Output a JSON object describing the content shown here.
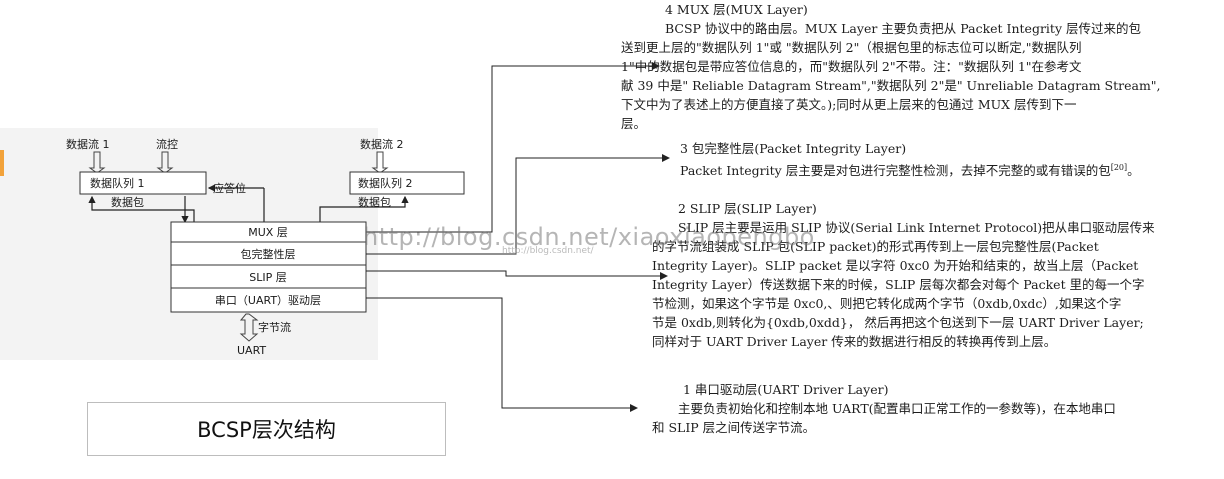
{
  "diagram": {
    "stream1_label": "数据流 1",
    "flow_control_label": "流控",
    "stream2_label": "数据流 2",
    "queue1_label": "数据队列 1",
    "queue2_label": "数据队列 2",
    "ack_label": "应答位",
    "packet_label_left": "数据包",
    "packet_label_right": "数据包",
    "layers": [
      "MUX 层",
      "包完整性层",
      "SLIP 层",
      "串口（UART）驱动层"
    ],
    "byte_stream_label": "字节流",
    "uart_label": "UART"
  },
  "caption": "BCSP层次结构",
  "sections": [
    {
      "head": "4   MUX 层(MUX Layer)",
      "lines": [
        "BCSP 协议中的路由层。MUX Layer 主要负责把从 Packet Integrity  层传过来的包",
        "送到更上层的\"数据队列 1\"或 \"数据队列 2\"（根据包里的标志位可以断定,\"数据队列",
        "1\"中的数据包是带应答位信息的，而\"数据队列 2\"不带。注：\"数据队列 1\"在参考文",
        "献 39 中是\" Reliable Datagram Stream\",\"数据队列 2\"是\" Unreliable Datagram Stream\",",
        "下文中为了表述上的方便直接了英文。);同时从更上层来的包通过 MUX 层传到下一",
        "层。"
      ]
    },
    {
      "head": "3  包完整性层(Packet Integrity Layer)",
      "lines": [
        "Packet Integrity 层主要是对包进行完整性检测，去掉不完整的或有错误的包"
      ],
      "ref": "[20]",
      "tail": "。"
    },
    {
      "head": "2    SLIP 层(SLIP Layer)",
      "lines": [
        "SLIP 层主要是运用 SLIP 协议(Serial Link Internet Protocol)把从串口驱动层传来",
        "的字节流组装成 SLIP 包(SLIP packet)的形式再传到上一层包完整性层(Packet",
        "Integrity  Layer)。SLIP packet  是以字符  0xc0  为开始和结束的，故当上层（Packet",
        "Integrity Layer）传送数据下来的时候，SLIP 层每次都会对每个 Packet 里的每一个字",
        "节检测，如果这个字节是  0xc0,、则把它转化成两个字节（0xdb,0xdc）,如果这个字",
        "节是 0xdb,则转化为{0xdb,0xdd}，  然后再把这个包送到下一层 UART Driver Layer;",
        "同样对于 UART Driver Layer 传来的数据进行相反的转换再传到上层。"
      ]
    },
    {
      "head": "1  串口驱动层(UART Driver Layer)",
      "lines": [
        "主要负责初始化和控制本地 UART(配置串口正常工作的一参数等)，在本地串口",
        "和 SLIP 层之间传送字节流。"
      ]
    }
  ],
  "watermark": {
    "main": "http://blog.csdn.net/xiaoxiaopengbo",
    "small": "http://blog.csdn.net/"
  }
}
